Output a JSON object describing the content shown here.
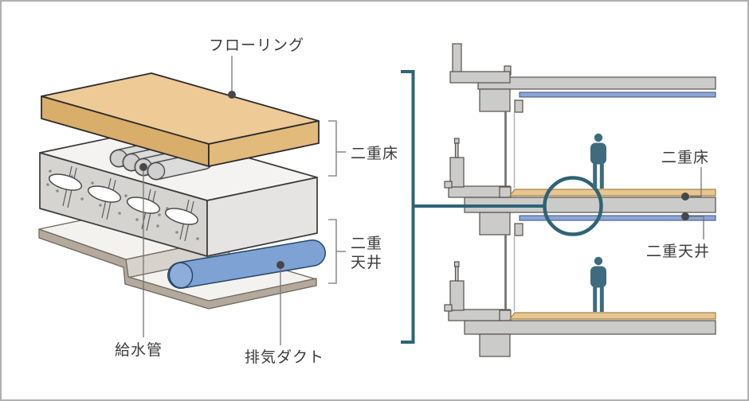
{
  "exploded_view": {
    "flooring_label": "フローリング",
    "double_floor_label": "二重床",
    "double_ceiling_label_line1": "二重",
    "double_ceiling_label_line2": "天井",
    "water_pipe_label": "給水管",
    "exhaust_duct_label": "排気ダクト"
  },
  "section_view": {
    "double_floor_label": "二重床",
    "double_ceiling_label": "二重天井"
  },
  "colors": {
    "accent_teal": "#2d6476",
    "flooring_tan_top": "#edca96",
    "flooring_tan_side": "#d9ad6a",
    "duct_blue": "#7fa2d5",
    "ceiling_strip_blue": "#8ca6d9",
    "floor_strip_tan": "#e7c693",
    "concrete_gray": "#cbcbca",
    "panel_taupe": "#b4a99d",
    "person_teal": "#3e6b7e",
    "label_text": "#3a3a3a"
  }
}
